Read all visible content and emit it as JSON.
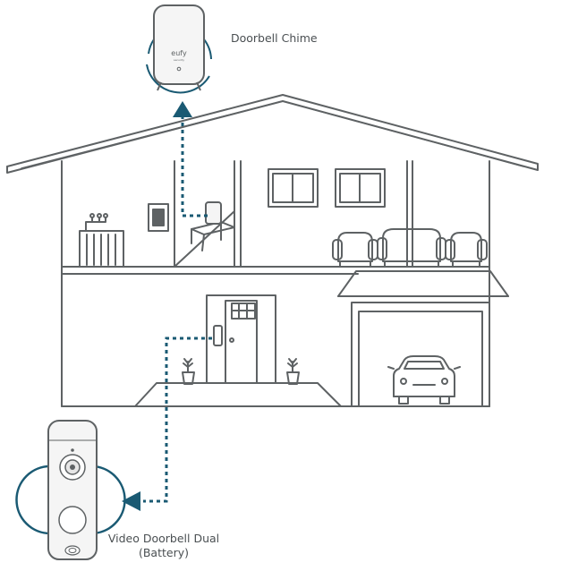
{
  "labels": {
    "chime": "Doorbell Chime",
    "doorbell_line1": "Video Doorbell Dual",
    "doorbell_line2": "(Battery)"
  },
  "device_text": {
    "brand": "eufy",
    "sub": "security"
  },
  "colors": {
    "line": "#5e6264",
    "accent": "#1a5a73",
    "device_fill": "#f5f5f5"
  },
  "icons": [
    "house-icon",
    "doorbell-chime-icon",
    "video-doorbell-icon",
    "car-icon",
    "sofa-icon",
    "arrow-up-icon",
    "arrow-left-icon"
  ]
}
